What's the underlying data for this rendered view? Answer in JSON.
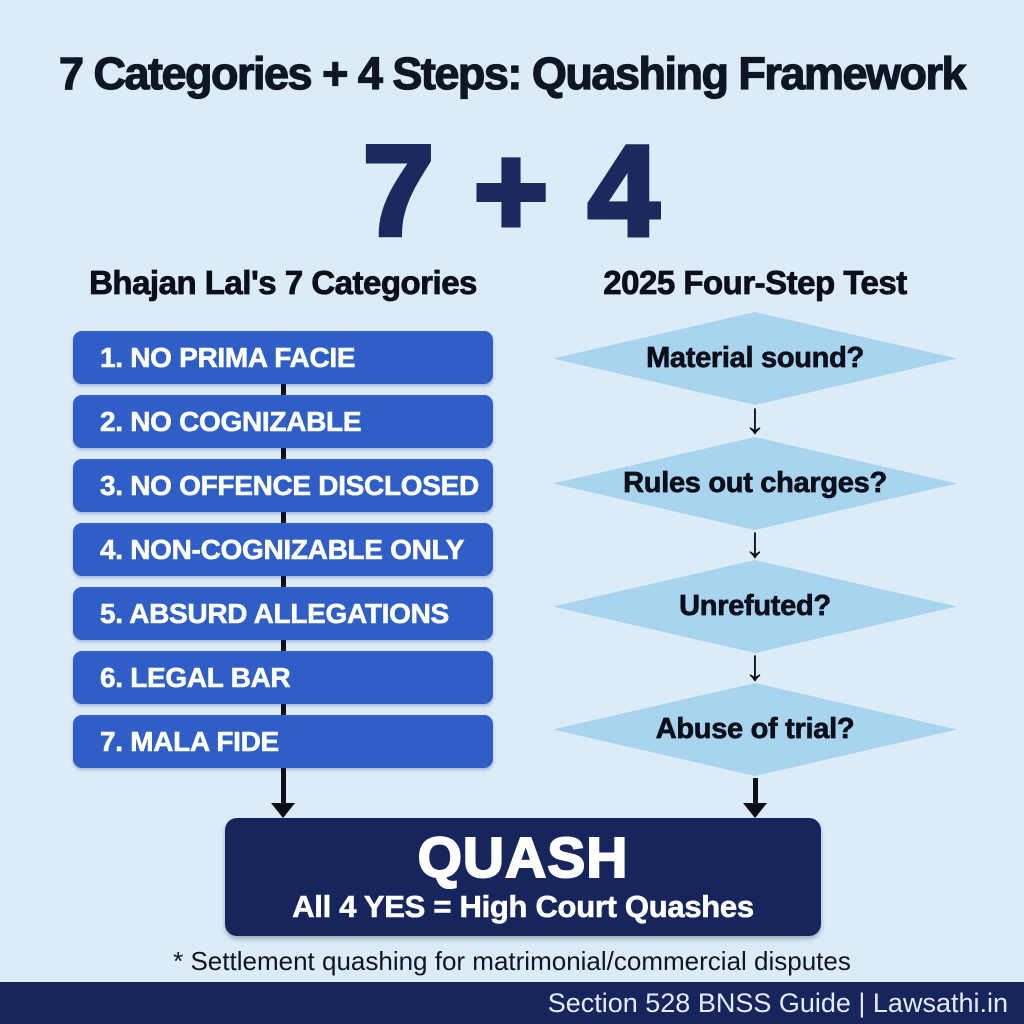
{
  "header": {
    "title": "7 Categories + 4 Steps: Quashing Framework",
    "big_equation": "7 + 4"
  },
  "left_column": {
    "heading": "Bhajan Lal's 7 Categories",
    "items": [
      "1. NO PRIMA FACIE",
      "2. NO COGNIZABLE",
      "3. NO OFFENCE DISCLOSED",
      "4. NON-COGNIZABLE ONLY",
      "5. ABSURD ALLEGATIONS",
      "6. LEGAL BAR",
      "7. MALA FIDE"
    ]
  },
  "right_column": {
    "heading": "2025 Four-Step Test",
    "steps": [
      "Material sound?",
      "Rules out charges?",
      "Unrefuted?",
      "Abuse of trial?"
    ]
  },
  "result": {
    "title": "QUASH",
    "subtitle": "All 4 YES = High Court Quashes"
  },
  "footnote": "* Settlement quashing for matrimonial/commercial disputes",
  "footer": "Section 528 BNSS Guide | Lawsathi.in",
  "icons": {
    "down_arrow": "↓"
  },
  "colors": {
    "bg": "#dcebf8",
    "category_box": "#2e5ec6",
    "diamond": "#a9d4f0",
    "navy": "#16265c",
    "big_number": "#1b2a5e",
    "title_text": "#0e1624",
    "footer_text": "#e4ebf7"
  }
}
